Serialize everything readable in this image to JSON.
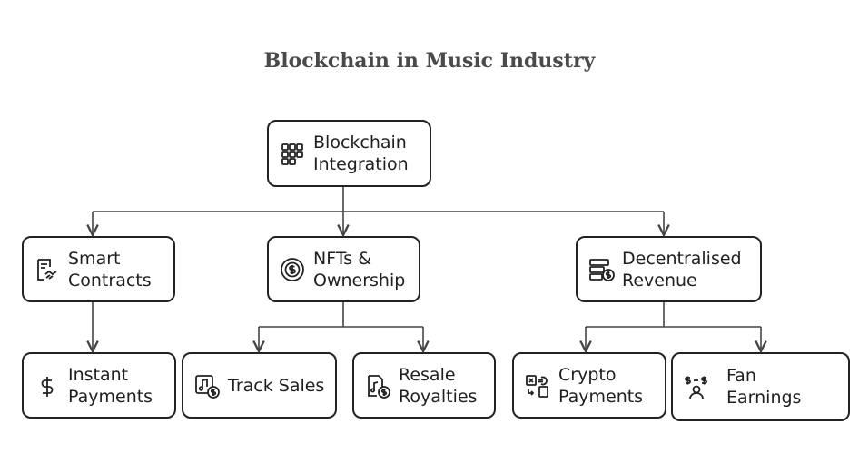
{
  "title": "Blockchain in Music Industry",
  "nodes": {
    "root": {
      "label": "Blockchain\nIntegration",
      "icon": "blocks-icon"
    },
    "smart": {
      "label": "Smart\nContracts",
      "icon": "contract-handshake-icon"
    },
    "nfts": {
      "label": "NFTs &\nOwnership",
      "icon": "coin-cycle-icon"
    },
    "decentral": {
      "label": "Decentralised\nRevenue",
      "icon": "server-dollar-icon"
    },
    "instant": {
      "label": "Instant\nPayments",
      "icon": "dollar-icon"
    },
    "track": {
      "label": "Track Sales",
      "icon": "music-dollar-icon"
    },
    "resale": {
      "label": "Resale\nRoyalties",
      "icon": "music-file-dollar-icon"
    },
    "crypto": {
      "label": "Crypto\nPayments",
      "icon": "crypto-exchange-icon"
    },
    "fan": {
      "label": "Fan\nEarnings",
      "icon": "fan-dollar-icon"
    }
  },
  "colors": {
    "stroke": "#222222",
    "title": "#4a4a4a",
    "background": "#ffffff"
  }
}
